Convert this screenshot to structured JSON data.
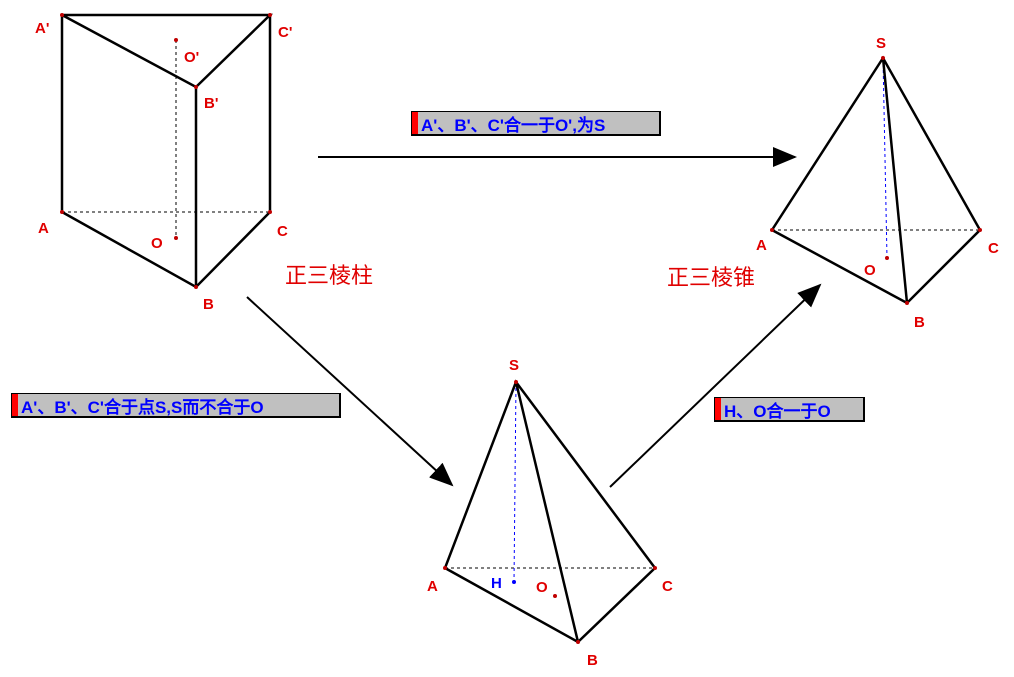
{
  "prism": {
    "points": {
      "A1": "A'",
      "B1": "B'",
      "C1": "C'",
      "O1": "O'",
      "A": "A",
      "B": "B",
      "C": "C",
      "O": "O"
    },
    "caption": "正三棱柱"
  },
  "pyramid_right": {
    "points": {
      "S": "S",
      "A": "A",
      "B": "B",
      "C": "C",
      "O": "O"
    },
    "caption": "正三棱锥"
  },
  "pyramid_bottom": {
    "points": {
      "S": "S",
      "A": "A",
      "B": "B",
      "C": "C",
      "H": "H",
      "O": "O"
    }
  },
  "buttons": {
    "merge_to_o_prime": "A'、B'、C'合一于O',为S",
    "merge_to_s": "A'、B'、C'合于点S,S而不合于O",
    "h_o_merge": "H、O合一于O"
  },
  "colors": {
    "label": "#e00000",
    "button_text": "#0000ff",
    "button_bg": "#c0c0c0"
  }
}
